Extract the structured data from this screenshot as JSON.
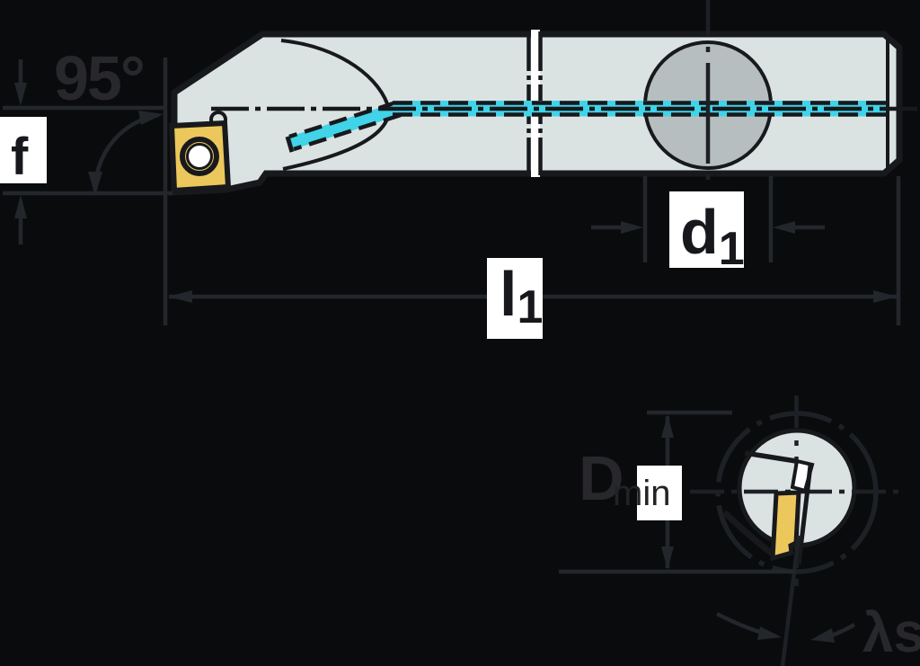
{
  "diagram": {
    "labels": {
      "lead_angle": "95°",
      "f": "f",
      "d1_base": "d",
      "d1_sub": "1",
      "l1_base": "l",
      "l1_sub": "1",
      "dmin_base": "D",
      "dmin_sub": "min",
      "lambda_s": "λs"
    },
    "colors": {
      "background": "#0a0b0d",
      "tool_body_fill": "#dbe2e2",
      "clamp_circle_fill": "#b7bec0",
      "insert_fill": "#ecc75c",
      "coolant_cyan": "#41d3e8",
      "drawing_outline": "#17191c",
      "dimension_lines": "#23262a",
      "muted_label_text": "#28282c",
      "label_box": "#ffffff"
    }
  }
}
